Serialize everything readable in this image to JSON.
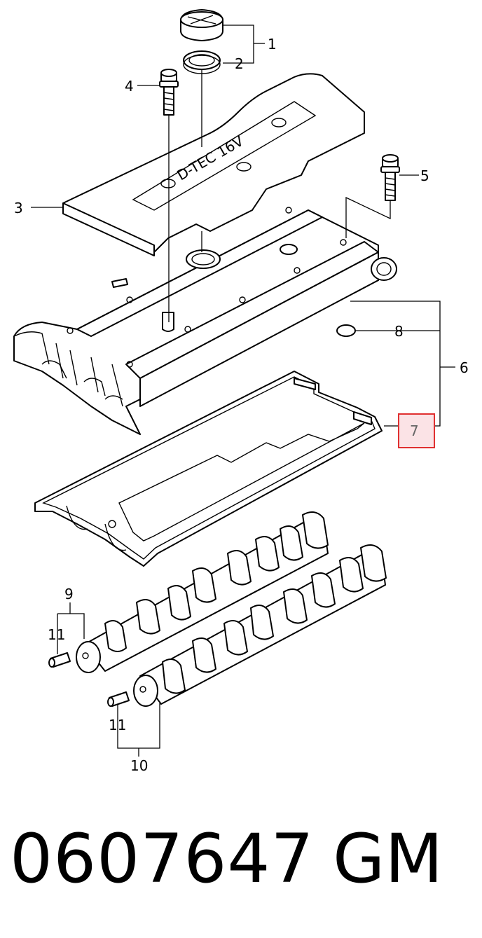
{
  "diagram": {
    "callouts": {
      "c1": "1",
      "c2": "2",
      "c3": "3",
      "c4": "4",
      "c5": "5",
      "c6": "6",
      "c7": "7",
      "c8": "8",
      "c9": "9",
      "c10": "10",
      "c11a": "11",
      "c11b": "11"
    },
    "highlight_color": "#e03030",
    "highlight_fill": "#fbe3e6",
    "cover_logo_text": "D-TEC 16V"
  },
  "footer": {
    "part_number": "0607647",
    "brand": "GM"
  }
}
